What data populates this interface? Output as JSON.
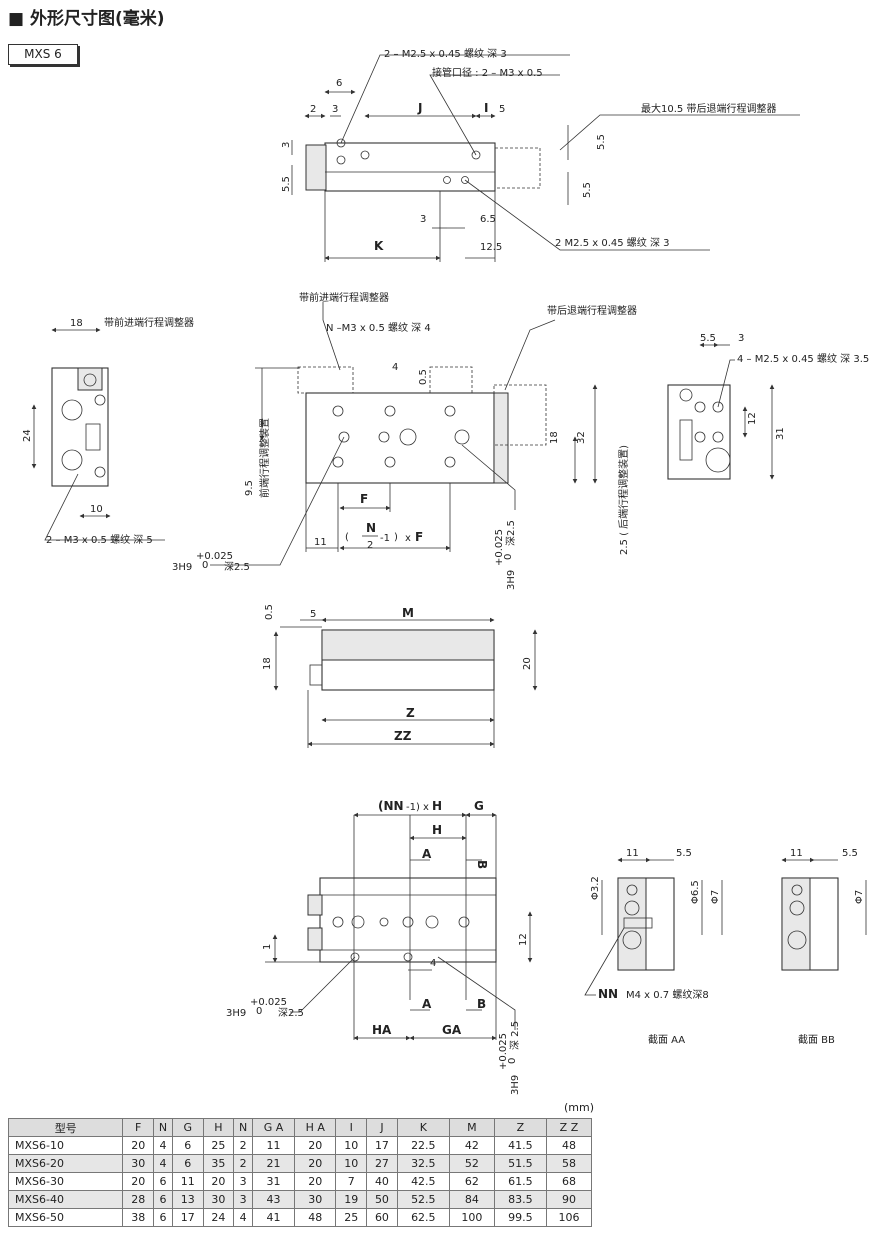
{
  "title": "■ 外形尺寸图(毫米)",
  "model": "MXS 6",
  "unit": "(mm)",
  "top_view": {
    "c1": "2 – M2.5 x 0.45 螺纹 深 3",
    "c2": "接管口径 : 2 – M3 x 0.5",
    "c3": "最大10.5 带后退端行程调整器",
    "c4": "2   M2.5 x 0.45 螺纹 深 3",
    "d6": "6",
    "d2": "2",
    "d3": "3",
    "dJ": "J",
    "dI": "I",
    "d5": "5",
    "d3v": "3",
    "d55a": "5.5",
    "d55b": "5.5",
    "d55c": "5.5",
    "d3b": "3",
    "d65": "6.5",
    "dK": "K",
    "d125": "12.5"
  },
  "front_view": {
    "c_front_adj": "带前进端行程调整器",
    "c_N": "N  –M3 x 0.5 螺纹 深 4",
    "c_rear_adj": "带后退端行程调整器",
    "d4": "4",
    "d05": "0.5",
    "d18": "18",
    "d32": "32",
    "d95": "9.5",
    "v_front": "前端行程调整装置",
    "dF": "F",
    "dN2F_N": "N",
    "dN2F_2": "2",
    "dN2F_rest": "-1",
    "dN2F_x": "x",
    "dN2F_F": "F",
    "d11": "11",
    "pin": "3H9",
    "tol_up": "+0.025",
    "tol_dn": "0",
    "pin_depth": "深2.5",
    "v_pin": "3H9",
    "v_tol_up": "+0.025",
    "v_tol_dn": "0",
    "v_depth": "深2.5",
    "v_rear": "2.5 ( 后端行程调整装置)"
  },
  "left_view": {
    "c_front_adj": "带前进端行程调整器",
    "d18": "18",
    "d24": "24",
    "d10": "10",
    "c_thread": "2 – M3 x 0.5 螺纹 深 5"
  },
  "right_view": {
    "d55": "5.5",
    "d3": "3",
    "c_thread": "4 – M2.5 x 0.45 螺纹 深 3.5",
    "d12": "12",
    "d31": "31"
  },
  "side_view": {
    "d05": "0.5",
    "d5": "5",
    "dM": "M",
    "d18": "18",
    "d20": "20",
    "dZ": "Z",
    "dZZ": "ZZ"
  },
  "bottom_view": {
    "dNNH_a": "(NN",
    "dNNH_b": "-1) x ",
    "dNNH_c": "H",
    "dG": "G",
    "dH": "H",
    "dA": "A",
    "dB": "B",
    "d12": "12",
    "d1": "1",
    "d4": "4",
    "dA2": "A",
    "dB2": "B",
    "dHA": "HA",
    "dGA": "GA",
    "pin": "3H9",
    "tol_up": "+0.025",
    "tol_dn": "0",
    "pin_depth": "深2.5",
    "v_pin": "3H9",
    "v_tol_up": "+0.025",
    "v_tol_dn": "0",
    "v_depth": "深 2.5"
  },
  "section_aa": {
    "d11": "11",
    "d55": "5.5",
    "d32": "Φ3.2",
    "d65": "Φ6.5",
    "d7": "Φ7",
    "nn_label": "NN",
    "nn_text": "M4 x 0.7 螺纹深8",
    "caption": "截面 AA"
  },
  "section_bb": {
    "d11": "11",
    "d55": "5.5",
    "d7": "Φ7",
    "caption": "截面 BB"
  },
  "table": {
    "headers": [
      "型号",
      "F",
      "N",
      "G",
      "H",
      "N",
      "G A",
      "H A",
      "I",
      "J",
      "K",
      "M",
      "Z",
      "Z Z"
    ],
    "rows": [
      [
        "MXS6-10",
        "20",
        "4",
        "6",
        "25",
        "2",
        "11",
        "20",
        "10",
        "17",
        "22.5",
        "42",
        "41.5",
        "48"
      ],
      [
        "MXS6-20",
        "30",
        "4",
        "6",
        "35",
        "2",
        "21",
        "20",
        "10",
        "27",
        "32.5",
        "52",
        "51.5",
        "58"
      ],
      [
        "MXS6-30",
        "20",
        "6",
        "11",
        "20",
        "3",
        "31",
        "20",
        "7",
        "40",
        "42.5",
        "62",
        "61.5",
        "68"
      ],
      [
        "MXS6-40",
        "28",
        "6",
        "13",
        "30",
        "3",
        "43",
        "30",
        "19",
        "50",
        "52.5",
        "84",
        "83.5",
        "90"
      ],
      [
        "MXS6-50",
        "38",
        "6",
        "17",
        "24",
        "4",
        "41",
        "48",
        "25",
        "60",
        "62.5",
        "100",
        "99.5",
        "106"
      ]
    ]
  }
}
